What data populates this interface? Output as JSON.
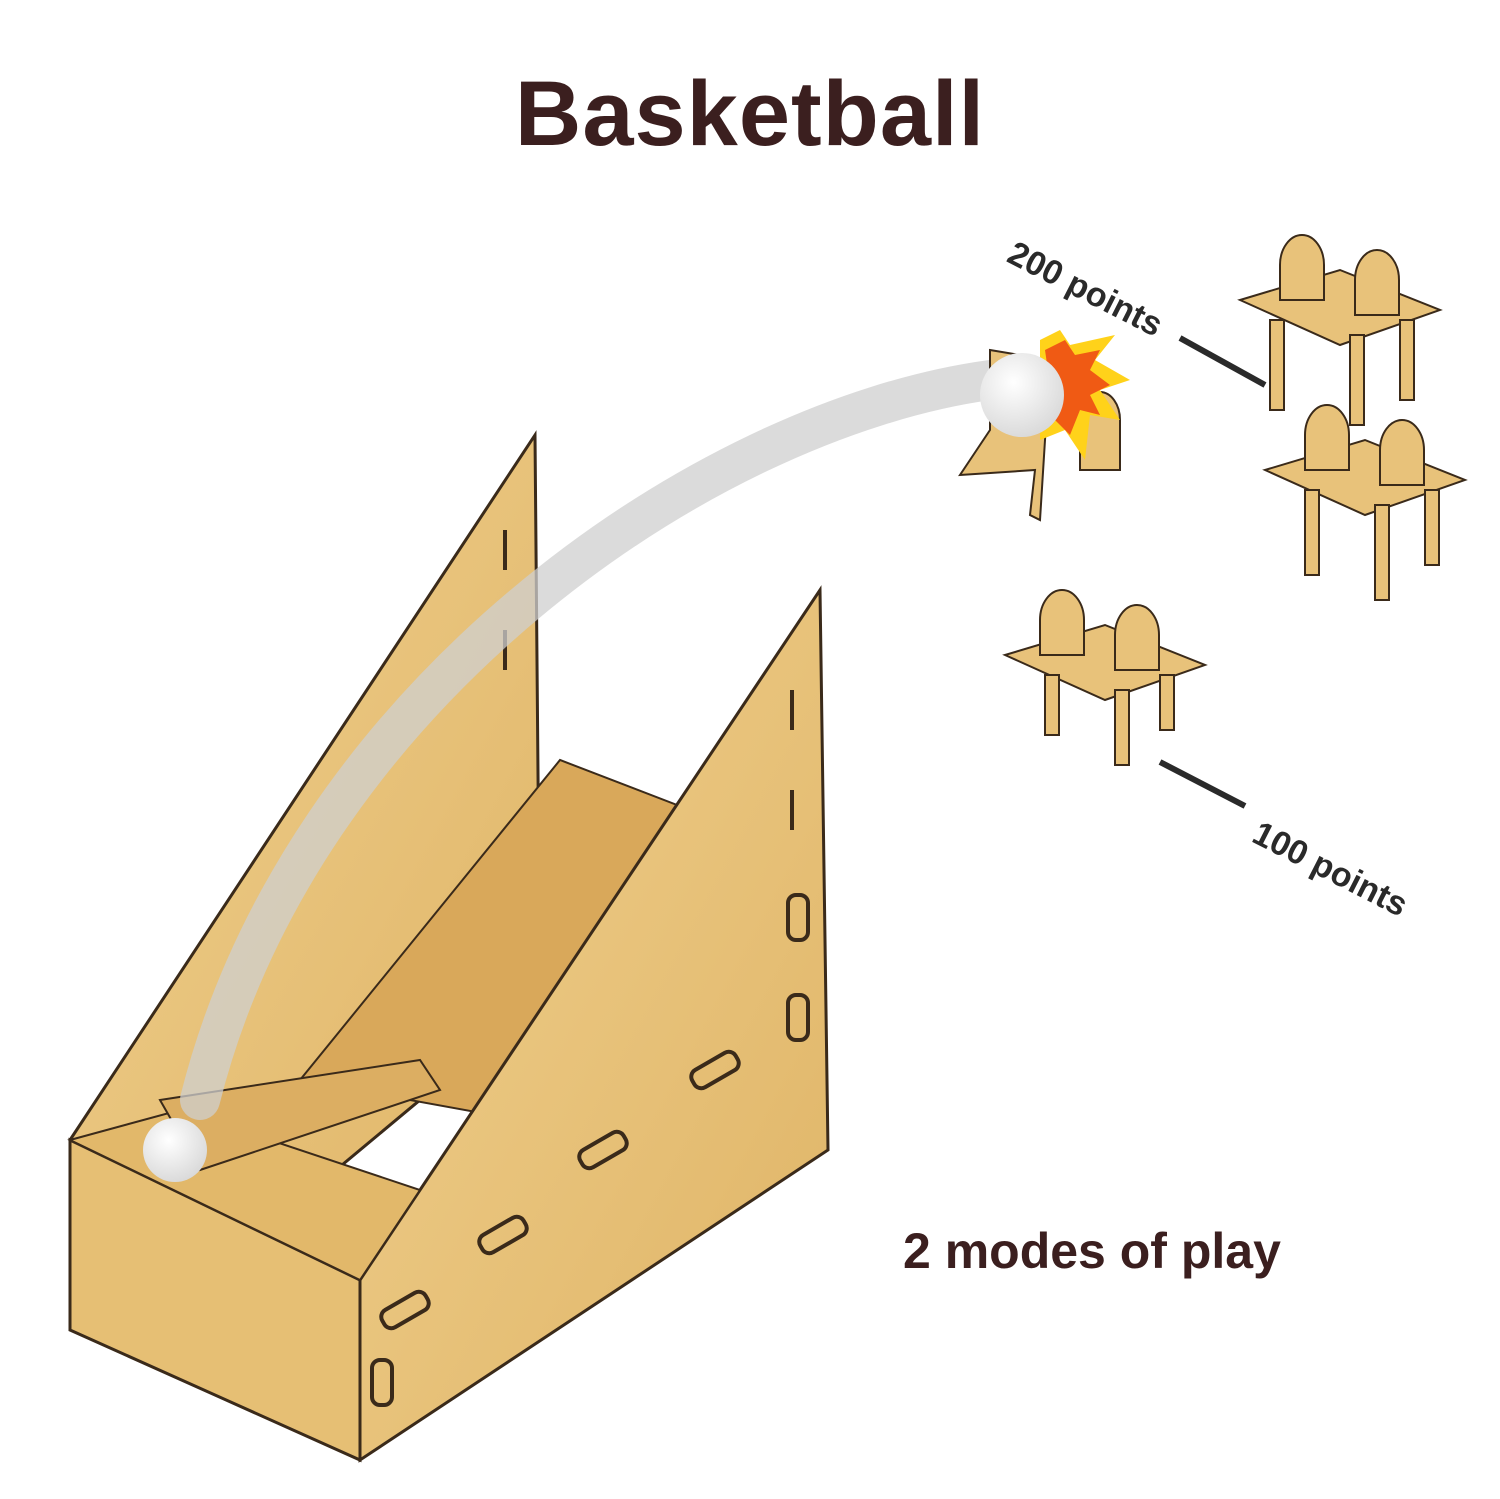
{
  "title": "Basketball",
  "labels": {
    "high_score": "200 points",
    "low_score": "100 points",
    "modes": "2 modes of play"
  },
  "colors": {
    "title": "#3b1f1f",
    "wood": "#e8c27a",
    "wood_dark": "#c99a4e",
    "outline": "#3a2a1a",
    "burst_orange": "#f05a14",
    "burst_yellow": "#ffd21a"
  }
}
